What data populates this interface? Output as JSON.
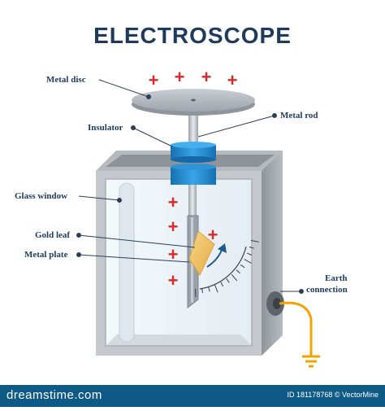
{
  "title": "ELECTROSCOPE",
  "labels": {
    "metal_disc": "Metal disc",
    "insulator": "Insulator",
    "metal_rod": "Metal rod",
    "glass_window": "Glass window",
    "gold_leaf": "Gold leaf",
    "metal_plate": "Metal plate",
    "earth_line1": "Earth",
    "earth_line2": "connection"
  },
  "charges": {
    "disc_symbols": [
      "+",
      "+",
      "+",
      "+"
    ],
    "rod_symbols": [
      "+",
      "+",
      "+",
      "+",
      "+"
    ]
  },
  "footer": {
    "brand": "dreamstime.com",
    "meta": "ID 181178768 © VectorMine"
  },
  "colors": {
    "title": "#1e3a5c",
    "plus": "#d92a2a",
    "insulator": "#1b8ad1",
    "gold_leaf": "#f0c060",
    "footer": "#0e5a87",
    "earth_wire": "#f2a400"
  }
}
